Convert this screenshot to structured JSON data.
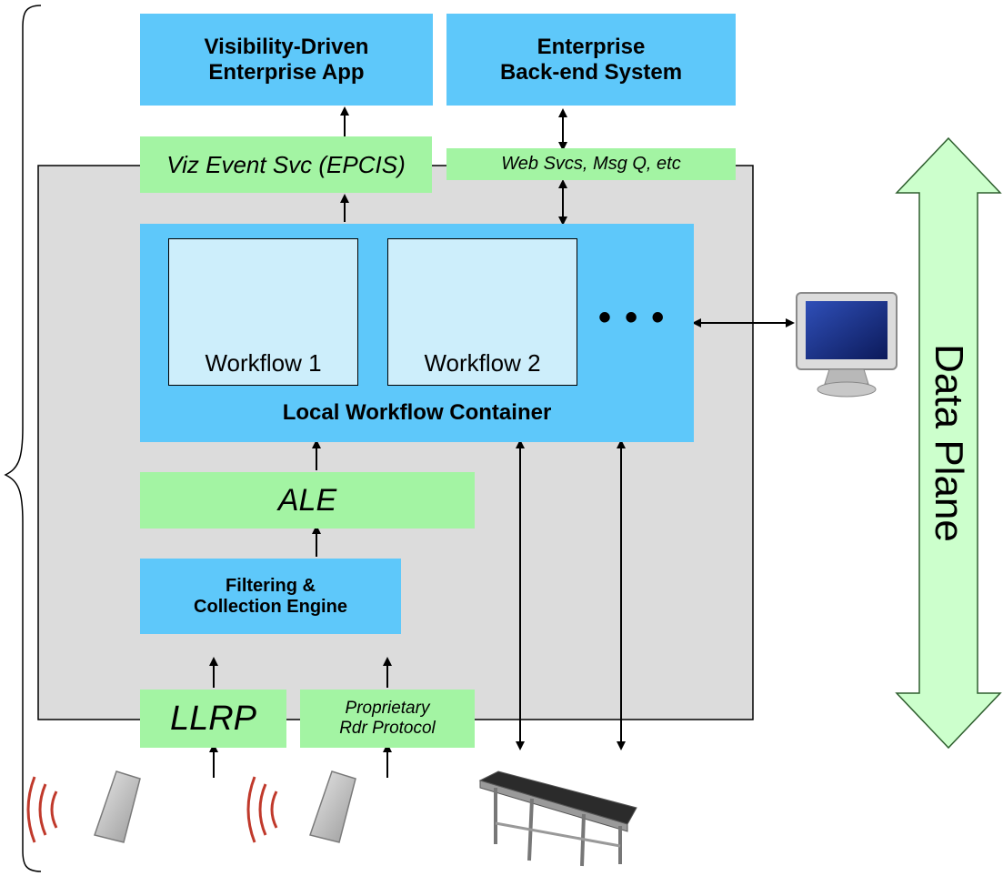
{
  "colors": {
    "blue": "#5ec8fa",
    "green": "#a3f4a3",
    "gray": "#dcdcdc",
    "wf_light": "#cdeefb",
    "arc": "#c0392b"
  },
  "top_boxes": {
    "visibility_app": [
      "Visibility-Driven",
      "Enterprise App"
    ],
    "backend": [
      "Enterprise",
      "Back-end System"
    ]
  },
  "interfaces": {
    "viz_event": "Viz Event Svc (EPCIS)",
    "web_svcs": "Web Svcs, Msg Q, etc"
  },
  "workflows": [
    {
      "label": "Workflow 1"
    },
    {
      "label": "Workflow 2"
    }
  ],
  "ellipsis": "• • •",
  "container_label": "Local Workflow Container",
  "ale_label": "ALE",
  "filtering": [
    "Filtering &",
    "Collection Engine"
  ],
  "llrp_label": "LLRP",
  "proprietary": [
    "Proprietary",
    "Rdr Protocol"
  ],
  "data_plane": "Data Plane",
  "icons": [
    "workflow-diagram-icon",
    "monitor-icon",
    "rfid-reader-icon",
    "radio-wave-icon",
    "conveyor-belt-icon"
  ]
}
